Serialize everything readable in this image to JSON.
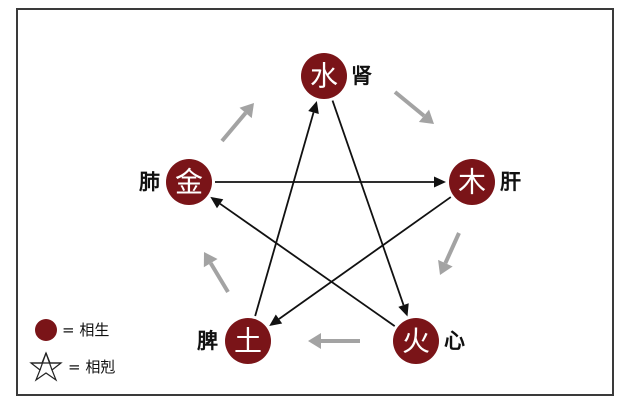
{
  "colors": {
    "node_fill": "#7a1418",
    "generating_arrow": "#a3a3a3",
    "controlling_arrow": "#111111"
  },
  "nodes": [
    {
      "key": "water",
      "element": "水",
      "organ": "肾"
    },
    {
      "key": "wood",
      "element": "木",
      "organ": "肝"
    },
    {
      "key": "fire",
      "element": "火",
      "organ": "心"
    },
    {
      "key": "earth",
      "element": "土",
      "organ": "脾"
    },
    {
      "key": "metal",
      "element": "金",
      "organ": "肺"
    }
  ],
  "generating_cycle": [
    {
      "from": "water",
      "to": "wood"
    },
    {
      "from": "wood",
      "to": "fire"
    },
    {
      "from": "fire",
      "to": "earth"
    },
    {
      "from": "earth",
      "to": "metal"
    },
    {
      "from": "metal",
      "to": "water"
    }
  ],
  "controlling_cycle": [
    {
      "from": "water",
      "to": "fire"
    },
    {
      "from": "fire",
      "to": "metal"
    },
    {
      "from": "metal",
      "to": "wood"
    },
    {
      "from": "wood",
      "to": "earth"
    },
    {
      "from": "earth",
      "to": "water"
    }
  ],
  "legend": {
    "generating_text": "= 相生",
    "generating_icon": "filled-circle-icon",
    "controlling_text": "= 相剋",
    "controlling_icon": "star-outline-icon"
  }
}
